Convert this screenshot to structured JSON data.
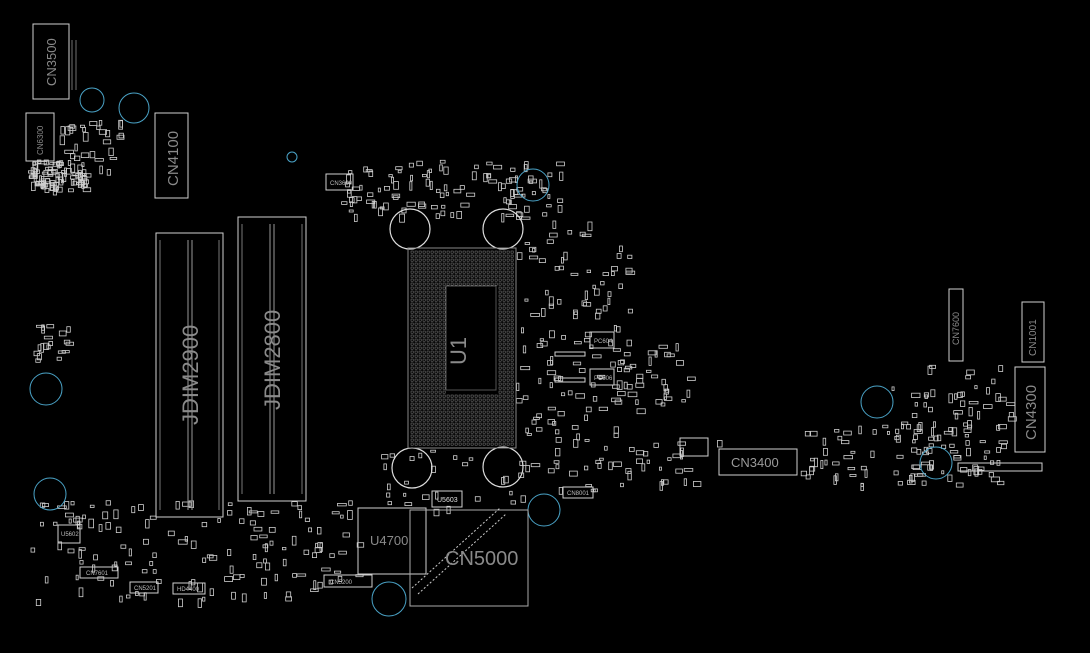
{
  "board": {
    "labels": {
      "cn3500": "CN3500",
      "cn6300": "CN6300",
      "cn4100": "CN4100",
      "cn3600": "CN3600",
      "jdim2900": "JDIM2900",
      "jdim2800": "JDIM2800",
      "u1": "U1",
      "u4700": "U4700",
      "u5603": "U5603",
      "cn5000": "CN5000",
      "cn5200": "CN5200",
      "cn3400": "CN3400",
      "cn7600": "CN7600",
      "cn1001": "CN1001",
      "cn4300": "CN4300",
      "cn7601": "CN7601",
      "cn5201": "CN5201",
      "hd4400": "HD4400",
      "cn8001": "CN8001",
      "pc604": "PC604",
      "pc606": "PC606",
      "u5602": "U5602"
    },
    "colors": {
      "background": "#000000",
      "outline": "#d0d0d0",
      "label": "#8a8a8a",
      "hole": "#4aa3c7"
    }
  }
}
